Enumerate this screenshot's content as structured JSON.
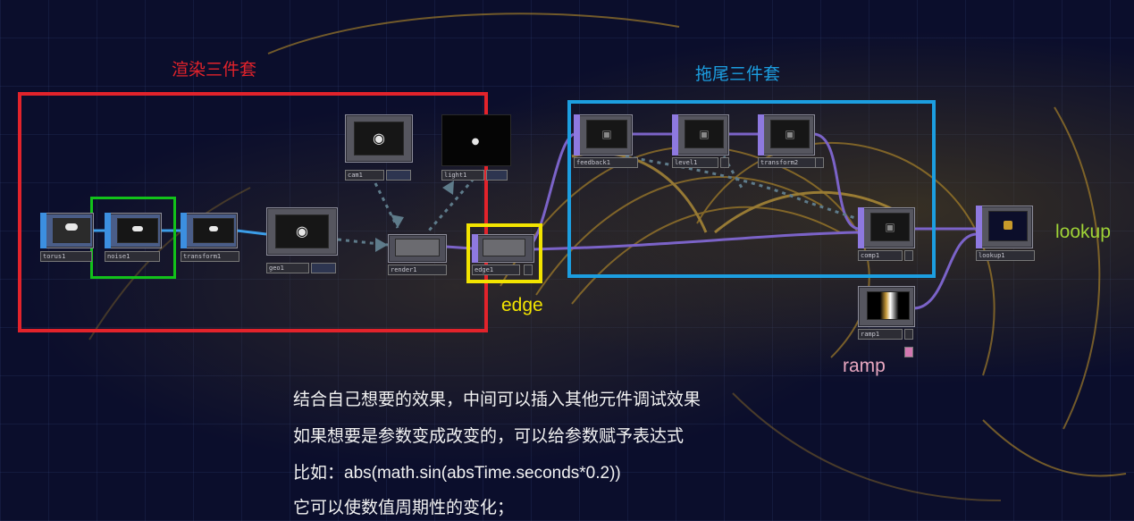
{
  "groups": {
    "render": {
      "title": "渲染三件套",
      "color": "#e2232b"
    },
    "trail": {
      "title": "拖尾三件套",
      "color": "#1c9ee0"
    },
    "edge_highlight": {
      "color": "#f2e400"
    },
    "render_highlight": {
      "color": "#12c21a"
    }
  },
  "tags": {
    "edge": {
      "text": "edge",
      "color": "#f2e400"
    },
    "lookup": {
      "text": "lookup",
      "color": "#9fd336"
    },
    "ramp": {
      "text": "ramp",
      "color": "#e8a7c0"
    }
  },
  "nodes": {
    "torus1": {
      "label": "torus1",
      "icon": "torus-icon"
    },
    "noise1": {
      "label": "noise1",
      "icon": "noise-icon"
    },
    "transform1": {
      "label": "transform1",
      "icon": "transform-icon"
    },
    "geo1": {
      "label": "geo1",
      "icon": "camera-icon"
    },
    "cam1": {
      "label": "cam1",
      "icon": "camera-icon"
    },
    "light1": {
      "label": "light1",
      "icon": "light-icon"
    },
    "render1": {
      "label": "render1",
      "icon": "render-icon"
    },
    "edge1": {
      "label": "edge1",
      "icon": "edge-icon"
    },
    "feedback1": {
      "label": "feedback1",
      "icon": "feedback-icon"
    },
    "level1": {
      "label": "level1",
      "icon": "level-icon"
    },
    "transform2": {
      "label": "transform2",
      "icon": "transform-icon"
    },
    "comp1": {
      "label": "comp1",
      "icon": "comp-icon"
    },
    "ramp1": {
      "label": "ramp1",
      "icon": "ramp-icon"
    },
    "lookup1": {
      "label": "lookup1",
      "icon": "lookup-icon"
    }
  },
  "notes": [
    "结合自己想要的效果，中间可以插入其他元件调试效果",
    "如果想要是参数变成改变的，可以给参数赋予表达式",
    "比如：abs(math.sin(absTime.seconds*0.2))",
    "它可以使数值周期性的变化；"
  ]
}
